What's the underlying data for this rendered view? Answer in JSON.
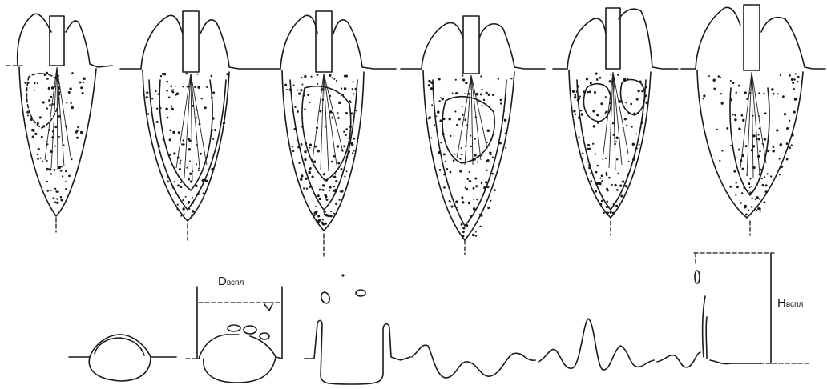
{
  "labels": {
    "diameter_main": "D",
    "diameter_sub": "вспл",
    "height_main": "H",
    "height_sub": "вспл"
  },
  "panels": 6,
  "profiles": 6,
  "ink_color": "#1a1a1a"
}
